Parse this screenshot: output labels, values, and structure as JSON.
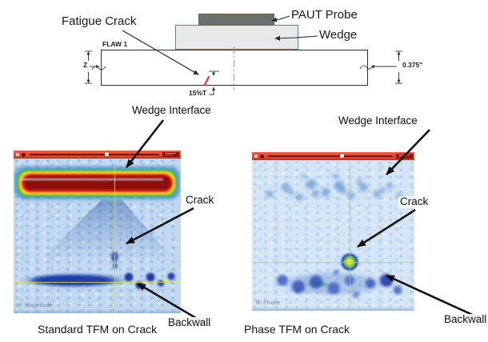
{
  "schematic": {
    "fatigue_crack_label": "Fatigue Crack",
    "paut_probe_label": "PAUT Probe",
    "wedge_label": "Wedge",
    "flaw_label": "FLAW 1",
    "z_dim_label": "Z",
    "thickness_dim_label": "0.375\"",
    "crack_depth_label": "15%T"
  },
  "annotations": {
    "wedge_interface_left": "Wedge Interface",
    "wedge_interface_right": "Wedge Interface",
    "crack_left": "Crack",
    "crack_right": "Crack",
    "backwall_left": "Backwall",
    "backwall_right": "Backwall"
  },
  "tfm_left": {
    "mode_label": "B: Magnitude",
    "caption": "Standard TFM on Crack"
  },
  "tfm_right": {
    "mode_label": "B: Phase",
    "caption": "Phase TFM on Crack"
  },
  "colors": {
    "titlebar_red": "#e64a32",
    "probe_gray": "#6f6f6f",
    "wedge_gray": "#e9e9e9",
    "wedge_border_blue": "#4f81bd",
    "flaw_crack_red": "#ff1a1a",
    "hot_band_core_red": "#8e0d0d",
    "backwall_blue": "#16339b",
    "backwall_green": "#3fae49",
    "indication_yellow": "#f2e23e",
    "tfm_left_background": "#c0d9f0",
    "tfm_right_background": "#d4e6f6"
  }
}
